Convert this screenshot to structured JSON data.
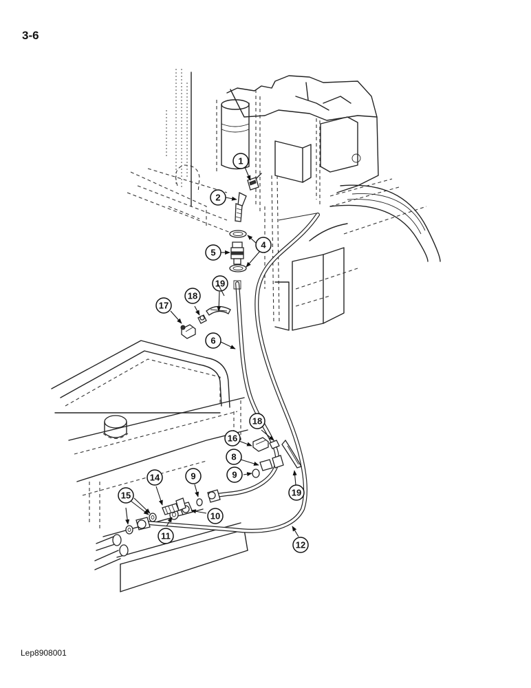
{
  "header": {
    "page_number": "3-6"
  },
  "footer": {
    "drawing_id": "Lep8908001"
  },
  "callouts": {
    "c1": "1",
    "c2": "2",
    "c4": "4",
    "c5": "5",
    "c6": "6",
    "c8": "8",
    "c9a": "9",
    "c9b": "9",
    "c10": "10",
    "c11": "11",
    "c12": "12",
    "c14": "14",
    "c15": "15",
    "c16": "16",
    "c17": "17",
    "c18a": "18",
    "c18b": "18",
    "c19a": "19",
    "c19b": "19"
  }
}
